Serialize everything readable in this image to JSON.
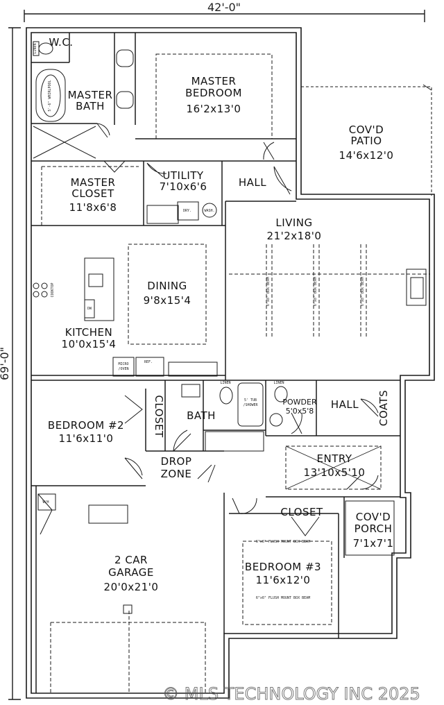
{
  "dimensions": {
    "width": "42'-0\"",
    "depth": "69'-0\""
  },
  "rooms": {
    "wc": "W.C.",
    "master_bath": [
      "MASTER",
      "BATH"
    ],
    "master_bedroom": [
      "MASTER",
      "BEDROOM",
      "16'2x13'0"
    ],
    "covd_patio": [
      "COV'D",
      "PATIO",
      "14'6x12'0"
    ],
    "master_closet": [
      "MASTER",
      "CLOSET",
      "11'8x6'8"
    ],
    "utility": [
      "UTILITY",
      "7'10x6'6"
    ],
    "hall_top": "HALL",
    "living": [
      "LIVING",
      "21'2x18'0"
    ],
    "dining": [
      "DINING",
      "9'8x15'4"
    ],
    "kitchen": [
      "KITCHEN",
      "10'0x15'4"
    ],
    "bedroom2": [
      "BEDROOM #2",
      "11'6x11'0"
    ],
    "closet_bed2": "CLOSET",
    "bath": "BATH",
    "powder": [
      "POWDER",
      "5'0x5'8"
    ],
    "hall_mid": "HALL",
    "coats": "COATS",
    "drop_zone": [
      "DROP",
      "ZONE"
    ],
    "entry": [
      "ENTRY",
      "13'10x5'10"
    ],
    "closet_bed3": "CLOSET",
    "covd_porch": [
      "COV'D",
      "PORCH",
      "7'1x7'1"
    ],
    "garage": [
      "2 CAR",
      "GARAGE",
      "20'0x21'0"
    ],
    "bedroom3": [
      "BEDROOM #3",
      "11'6x12'0"
    ]
  },
  "fixtures": {
    "linen": "LINEN",
    "whirlpool": "5'-6\" WHIRLPOOL",
    "dryer": "DRY.",
    "washer": "WASH.",
    "microwave": [
      "MICRO",
      "/OVEN"
    ],
    "refrigerator": "REF.",
    "dishwasher": "DW",
    "cooktop": "COOKTOP",
    "tub_shower": [
      "5' TUB",
      "/SHOWER"
    ],
    "water_heater": "W/H",
    "beam_top": "6\"x6\" FLUSH MOUNT BOX BEAM",
    "beam_bottom": "6\"x6\" FLUSH MOUNT BOX BEAM",
    "box_beam": "6\"x8\" BOX BEAM"
  },
  "watermark": "© MLS TECHNOLOGY INC 2025"
}
